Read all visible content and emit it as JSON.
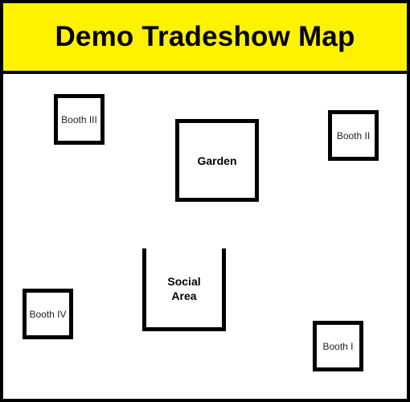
{
  "title": "Demo Tradeshow Map",
  "colors": {
    "header_background": "#fff200",
    "border": "#000000",
    "background": "#ffffff"
  },
  "areas": {
    "booth_iii": "Booth III",
    "booth_ii": "Booth II",
    "booth_iv": "Booth IV",
    "booth_i": "Booth I",
    "garden": "Garden",
    "social_area": "Social\nArea"
  }
}
